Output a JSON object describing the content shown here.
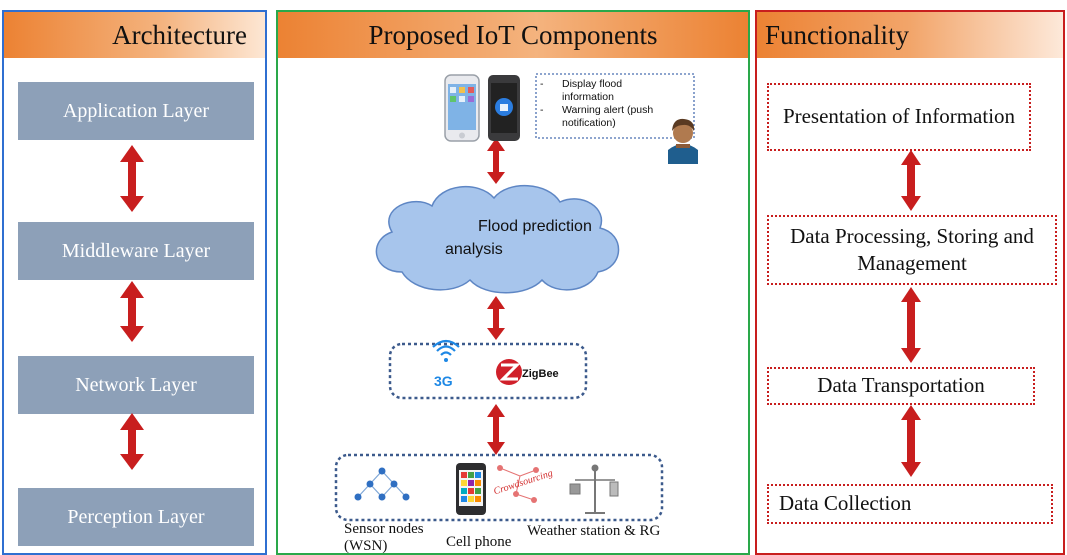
{
  "architecture": {
    "title": "Architecture",
    "layers": [
      "Application Layer",
      "Middleware Layer",
      "Network Layer",
      "Perception Layer"
    ]
  },
  "iot": {
    "title": "Proposed IoT Components",
    "notes": [
      "Display flood information",
      "Warning alert (push notification)"
    ],
    "cloud_text": "Flood prediction analysis",
    "net_3g": "3G",
    "net_zigbee": "ZigBee",
    "crowdsourcing": "Crowdsourcing",
    "devices": {
      "sensor": "Sensor nodes (WSN)",
      "phone": "Cell phone",
      "weather": "Weather station & RG"
    }
  },
  "functionality": {
    "title": "Functionality",
    "items": [
      "Presentation of Information",
      "Data Processing, Storing and Management",
      "Data Transportation",
      "Data Collection"
    ]
  },
  "colors": {
    "arrow": "#c81e1e",
    "header": "#ec8233",
    "layer": "#8da0b8",
    "cloud": "#a7c5ec"
  }
}
